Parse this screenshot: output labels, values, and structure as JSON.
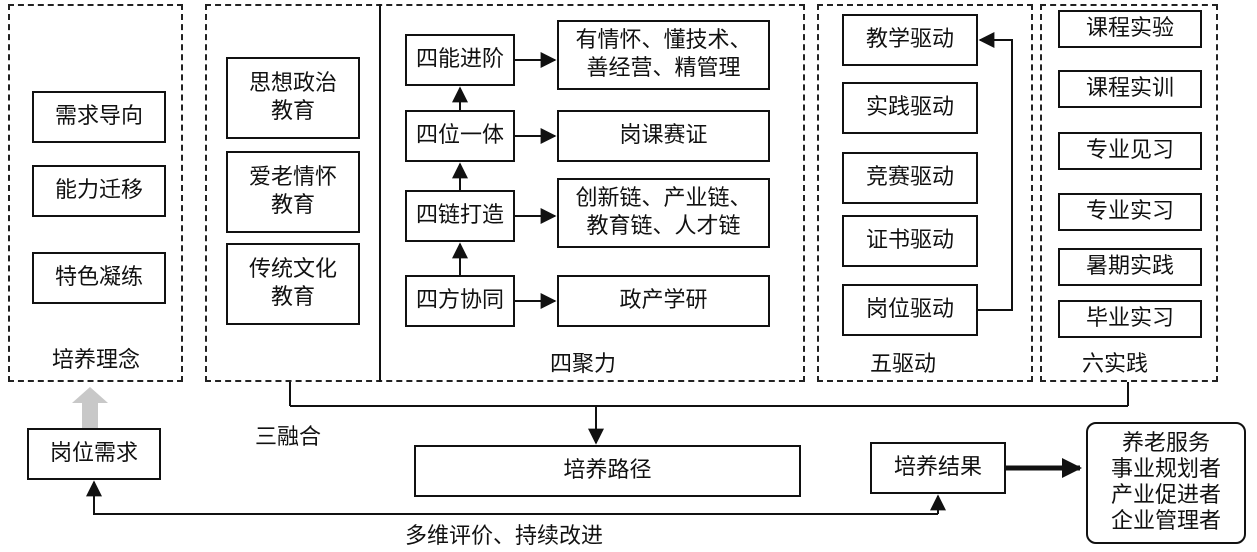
{
  "training_concept": {
    "label": "培养理念",
    "items": [
      "需求导向",
      "能力迁移",
      "特色凝练"
    ]
  },
  "education": {
    "items": [
      "思想政治\n教育",
      "爱老情怀\n教育",
      "传统文化\n教育"
    ]
  },
  "four_forces": {
    "label": "四聚力",
    "steps": [
      "四能进阶",
      "四位一体",
      "四链打造",
      "四方协同"
    ],
    "results": [
      "有情怀、懂技术、\n善经营、精管理",
      "岗课赛证",
      "创新链、产业链、\n教育链、人才链",
      "政产学研"
    ]
  },
  "five_drivers": {
    "label": "五驱动",
    "items": [
      "教学驱动",
      "实践驱动",
      "竞赛驱动",
      "证书驱动",
      "岗位驱动"
    ]
  },
  "six_practices": {
    "label": "六实践",
    "items": [
      "课程实验",
      "课程实训",
      "专业见习",
      "专业实习",
      "暑期实践",
      "毕业实习"
    ]
  },
  "three_integration_label": "三融合",
  "job_demand": "岗位需求",
  "training_path": "培养路径",
  "training_result": "培养结果",
  "outcome": "养老服务\n事业规划者\n产业促进者\n企业管理者",
  "feedback_label": "多维评价、持续改进"
}
